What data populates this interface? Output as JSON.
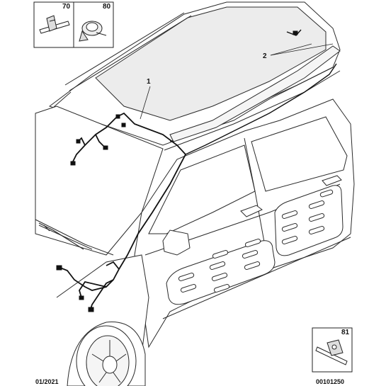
{
  "inset_boxes": [
    {
      "ref": "70"
    },
    {
      "ref": "80"
    },
    {
      "ref": "81"
    }
  ],
  "callouts": [
    {
      "label": "1"
    },
    {
      "label": "2"
    }
  ],
  "footer": {
    "date": "01/2021",
    "code": "00101250"
  },
  "colors": {
    "line": "#2b2b2b",
    "roof_fill": "#ececec",
    "body_fill": "#ffffff",
    "harness": "#111111"
  }
}
